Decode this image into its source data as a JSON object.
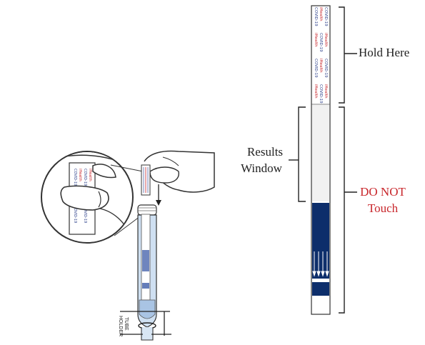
{
  "strip": {
    "print_lines": [
      "COVID-19",
      "iHealth",
      "COVID-19",
      "iHealth"
    ]
  },
  "annotations": {
    "hold_here": "Hold Here",
    "results_window_line1": "Results",
    "results_window_line2": "Window",
    "do_not_touch_line1": "DO NOT",
    "do_not_touch_line2": "Touch"
  },
  "tube": {
    "holder_label_line1": "TUBE",
    "holder_label_line2": "HOLDER"
  },
  "colors": {
    "strip_navy": "#0d2e6b",
    "warning_red": "#c8262b",
    "tube_blue": "#cfe0f2",
    "strip_edge": "#333333"
  }
}
